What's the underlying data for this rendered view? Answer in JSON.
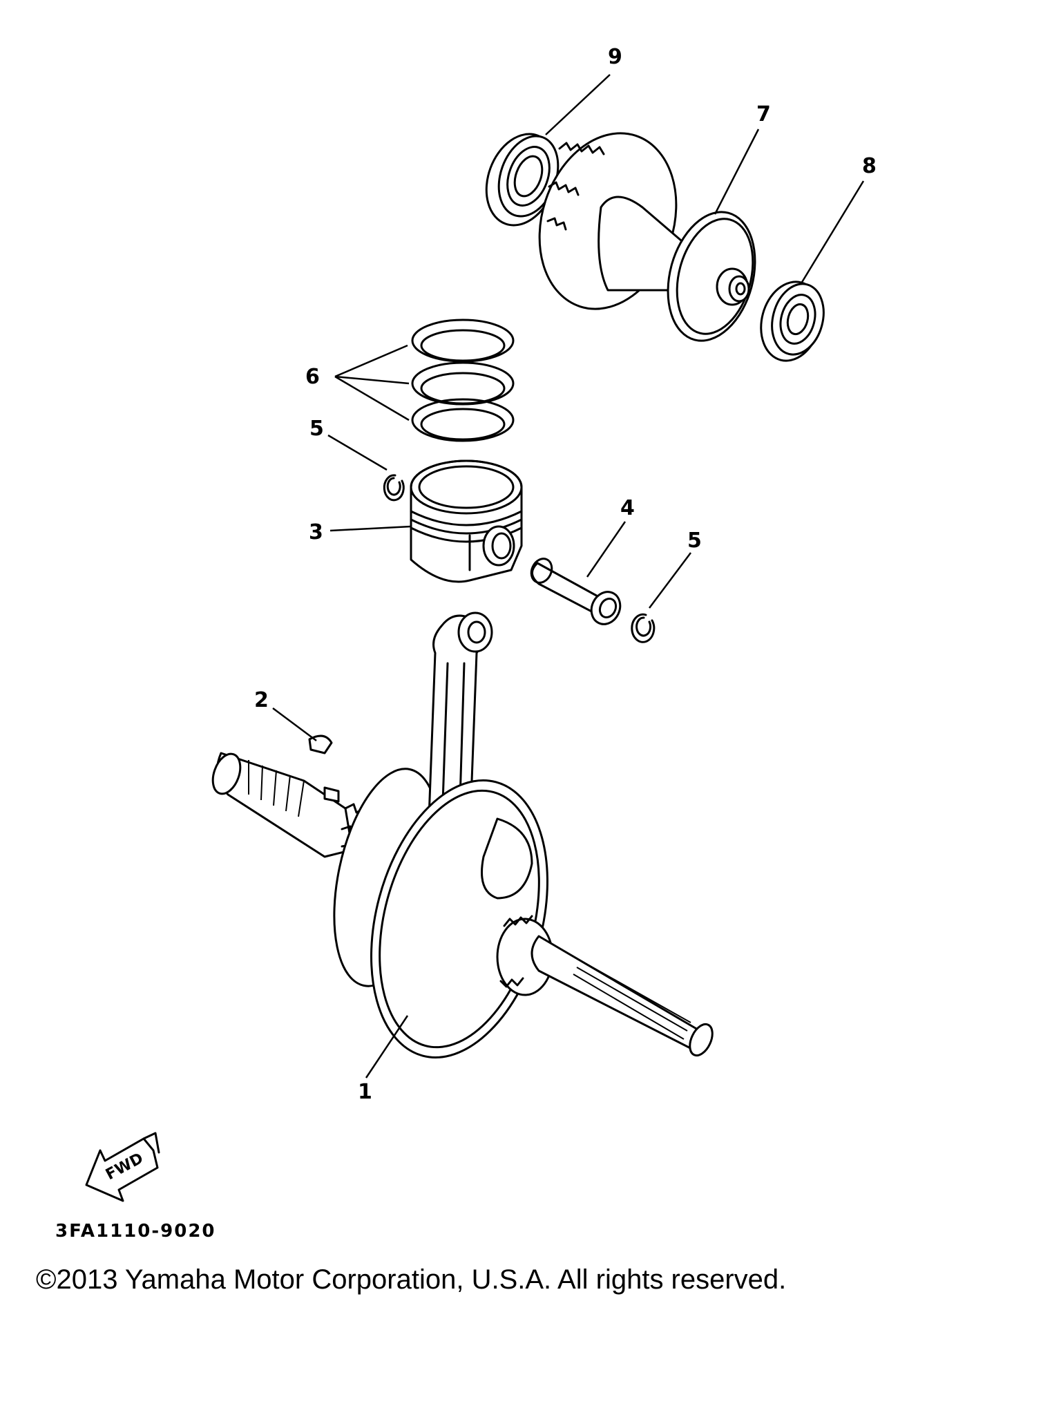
{
  "diagram": {
    "callouts": {
      "part1": "1",
      "part2": "2",
      "part3": "3",
      "part4": "4",
      "part5a": "5",
      "part5b": "5",
      "part6": "6",
      "part7": "7",
      "part8": "8",
      "part9": "9"
    },
    "fwd_label": "FWD",
    "diagram_code": "3FA1110-9020"
  },
  "footer": {
    "copyright": "©2013 Yamaha Motor Corporation, U.S.A. All rights reserved."
  }
}
